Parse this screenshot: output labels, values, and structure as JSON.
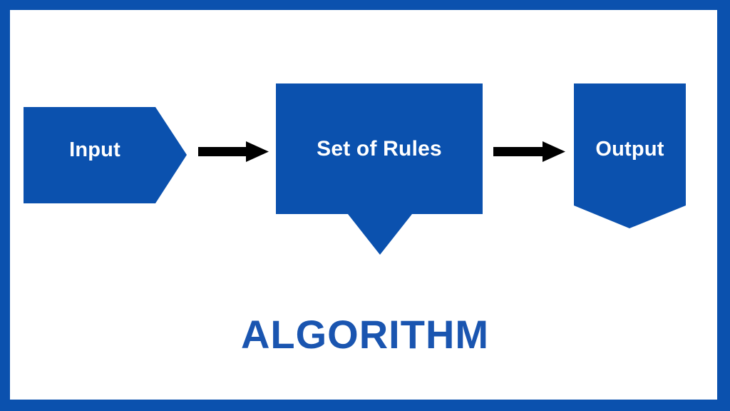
{
  "diagram": {
    "title": "ALGORITHM",
    "frame": {
      "background_color": "#ffffff",
      "border_color": "#0b51ae"
    },
    "palette": {
      "shape_fill": "#0b51ae",
      "shape_text": "#ffffff",
      "arrow": "#000000",
      "title_text": "#1a55b0",
      "canvas": "#ffffff"
    },
    "nodes": [
      {
        "id": "input",
        "label": "Input",
        "shape": "right-arrow-pentagon",
        "fill": "#0b51ae",
        "text_color": "#ffffff"
      },
      {
        "id": "set-of-rules",
        "label": "Set of Rules",
        "shape": "speech-bubble-rectangle",
        "fill": "#0b51ae",
        "text_color": "#ffffff"
      },
      {
        "id": "output",
        "label": "Output",
        "shape": "banner-pentagon-down-point",
        "fill": "#0b51ae",
        "text_color": "#ffffff"
      }
    ],
    "connectors": [
      {
        "id": "arrow-input-to-rules",
        "from": "input",
        "to": "set-of-rules",
        "style": "solid-arrow",
        "color": "#000000"
      },
      {
        "id": "arrow-rules-to-output",
        "from": "set-of-rules",
        "to": "output",
        "style": "solid-arrow",
        "color": "#000000"
      }
    ]
  }
}
